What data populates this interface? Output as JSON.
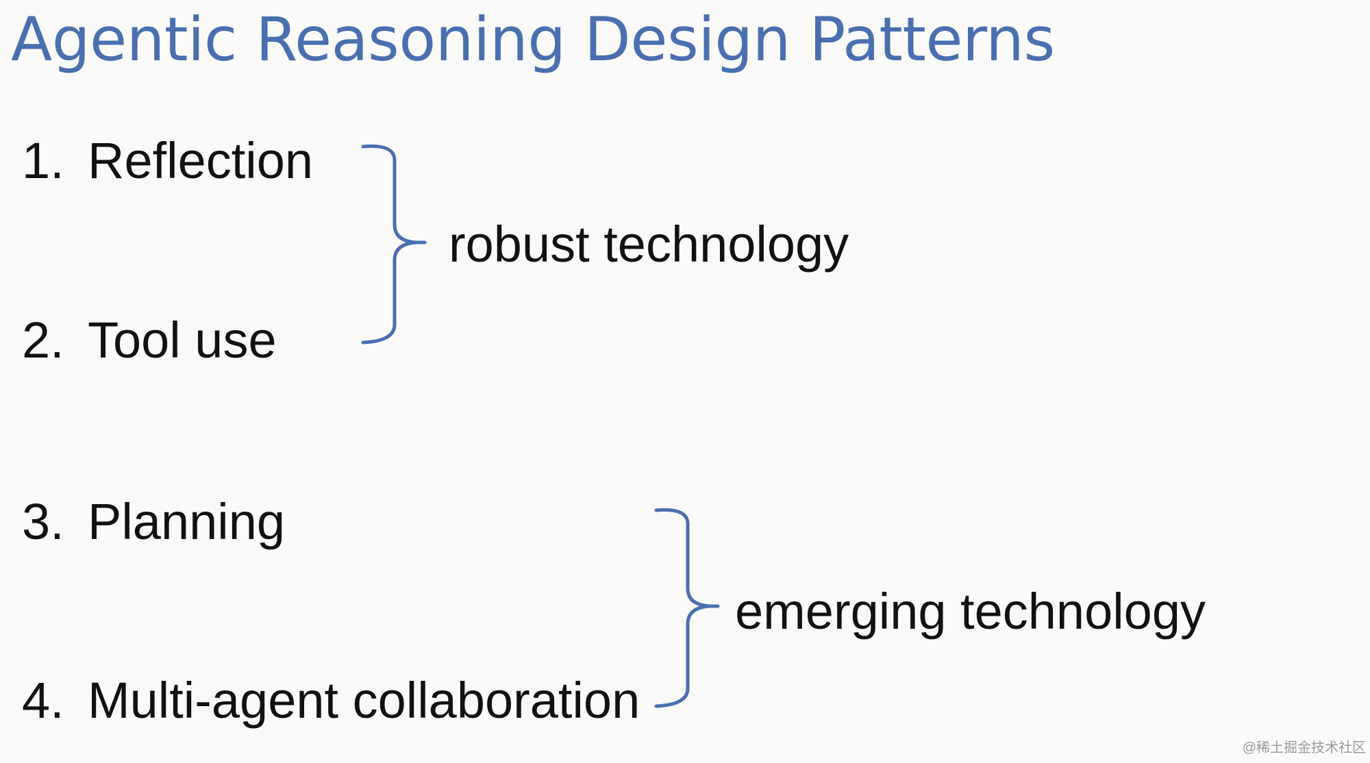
{
  "slide": {
    "title": "Agentic Reasoning Design Patterns",
    "items": [
      {
        "number": "1.",
        "label": "Reflection"
      },
      {
        "number": "2.",
        "label": "Tool use"
      },
      {
        "number": "3.",
        "label": "Planning"
      },
      {
        "number": "4.",
        "label": "Multi-agent collaboration"
      }
    ],
    "groups": [
      {
        "label": "robust technology"
      },
      {
        "label": "emerging technology"
      }
    ],
    "watermark": "@稀土掘金技术社区",
    "accent_color": "#4a6fb0",
    "text_color": "#111111"
  }
}
